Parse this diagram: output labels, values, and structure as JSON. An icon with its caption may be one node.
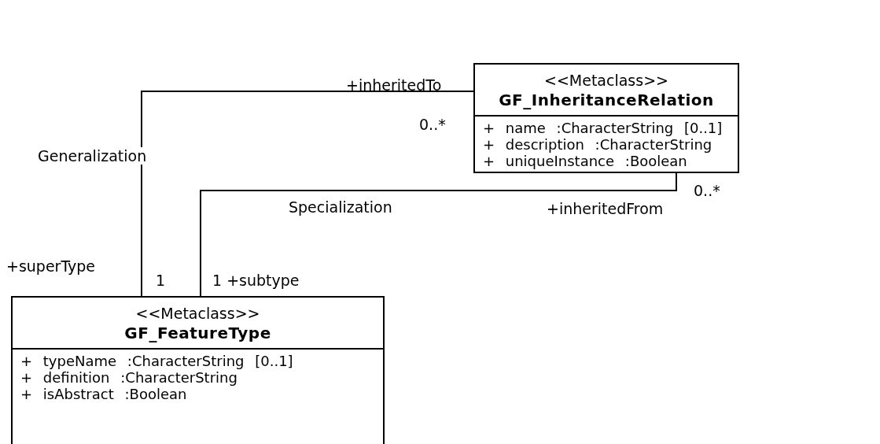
{
  "diagram": {
    "nodes": [
      {
        "text": [
          "<<Metaclass>>",
          "GF_InheritanceRelation",
          "+ name :CharacterString [0..1]",
          "+ description :CharacterString",
          "+ uniqueInstance :Boolean"
        ]
      },
      {
        "text": [
          "<<Metaclass>>",
          "GF_FeatureType",
          "+ typeName :CharacterString [0..1]",
          "+ definition :CharacterString",
          "+ isAbstract :Boolean"
        ]
      }
    ],
    "edges": [
      {
        "from": 1,
        "to": 0,
        "arrow": "none",
        "label": "Generalization"
      },
      {
        "from": 0,
        "to": 1,
        "arrow": "none",
        "label": "Specialization"
      }
    ],
    "labels": [
      "+inheritedTo",
      "0..*",
      "0..*",
      "+inheritedFrom",
      "+superType",
      "1",
      "1 +subtype"
    ]
  }
}
